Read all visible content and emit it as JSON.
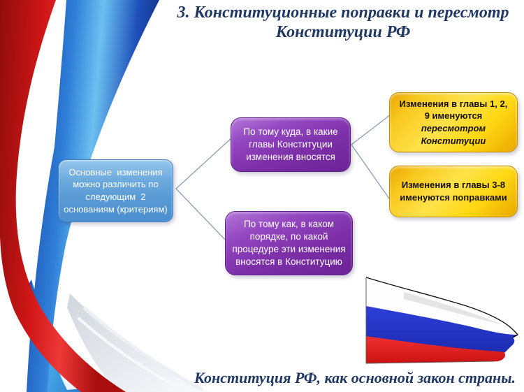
{
  "slide": {
    "title": "3. Конституционные поправки и пересмотр Конституции РФ",
    "footer": "Конституция РФ, как основной закон страны.",
    "colors": {
      "title_text": "#1f3864",
      "footer_text": "#1f3864",
      "root_box_fill": "#5b9bd5",
      "criteria_box_fill": "#7d2fa8",
      "result_box_fill": "#ffd814",
      "connector_line": "#8fa3b8",
      "flag_white": "#fdfdfd",
      "flag_blue": "#2433cc",
      "flag_red": "#e81f1f",
      "ribbon_red": "#c01010",
      "ribbon_blue": "#2f7fd8"
    }
  },
  "diagram": {
    "root_box": {
      "text": "Основные  изменения можно различить по следующим  2 основаниям (критериям)"
    },
    "criteria_boxes": [
      {
        "text": "По тому куда, в какие главы Конституции изменения вносятся"
      },
      {
        "text": "По тому как, в каком порядке, по какой процедуре эти изменения вносятся в Конституцию"
      }
    ],
    "result_boxes": [
      {
        "text": "Изменения в главы 1, 2, 9 именуются",
        "emphasis": "пересмотром Конституции"
      },
      {
        "text": "Изменения в главы 3-8 именуются поправками",
        "emphasis": ""
      }
    ]
  },
  "decor": {
    "flag_icon": "russia-flag-icon",
    "ribbon_icon": "tricolor-ribbon-icon"
  }
}
